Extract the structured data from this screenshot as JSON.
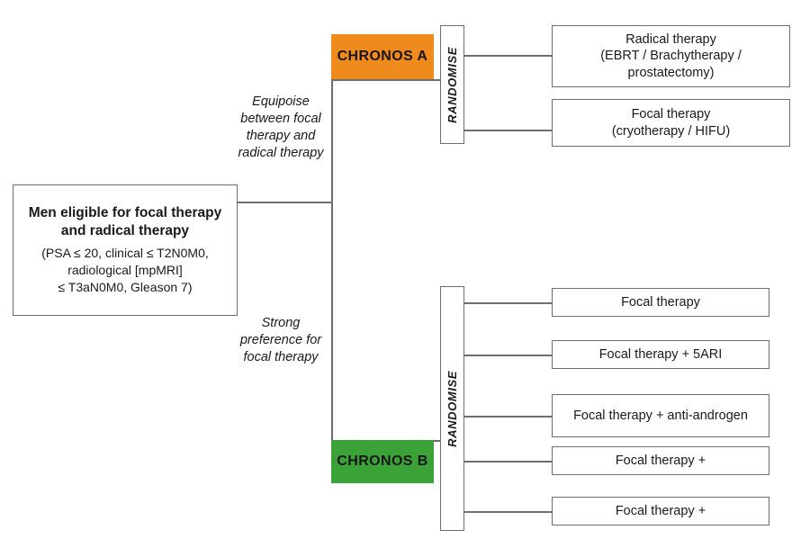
{
  "diagram": {
    "source": {
      "title_line1": "Men eligible for focal therapy",
      "title_line2": "and radical therapy",
      "criteria_line1": "(PSA ≤ 20, clinical ≤ T2N0M0,",
      "criteria_line2": "radiological [mpMRI]",
      "criteria_line3": "≤ T3aN0M0, Gleason 7)"
    },
    "branches": [
      {
        "note_line1": "Equipoise",
        "note_line2": "between focal",
        "note_line3": "therapy and",
        "note_line4": "radical therapy",
        "arm_label": "CHRONOS A",
        "arm_color": "#ef8b1c",
        "randomise_label": "RANDOMISE",
        "outcomes": [
          {
            "line1": "Radical therapy",
            "line2": "(EBRT / Brachytherapy /",
            "line3": "prostatectomy)"
          },
          {
            "line1": "Focal therapy",
            "line2": "(cryotherapy / HIFU)"
          }
        ]
      },
      {
        "note_line1": "Strong",
        "note_line2": "preference for",
        "note_line3": "focal therapy",
        "arm_label": "CHRONOS B",
        "arm_color": "#3aa236",
        "randomise_label": "RANDOMISE",
        "outcomes": [
          {
            "line1": "Focal therapy"
          },
          {
            "line1": "Focal therapy + 5ARI"
          },
          {
            "line1": "Focal therapy + anti-androgen"
          },
          {
            "line1": "Focal therapy +"
          },
          {
            "line1": "Focal therapy +"
          }
        ]
      }
    ],
    "colors": {
      "chronos_a": "#ef8b1c",
      "chronos_b": "#3aa236",
      "line": "#6e6e6e",
      "text": "#1a1a1a"
    }
  }
}
